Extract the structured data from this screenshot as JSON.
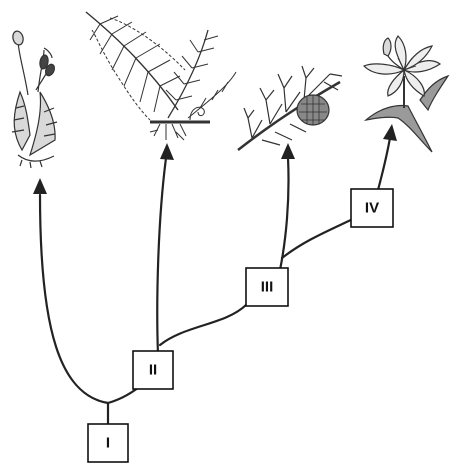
{
  "nodes": [
    {
      "id": "I",
      "label": "I"
    },
    {
      "id": "II",
      "label": "II"
    },
    {
      "id": "III",
      "label": "III"
    },
    {
      "id": "IV",
      "label": "IV"
    }
  ],
  "plants": [
    {
      "id": "moss",
      "icon": "moss-plant-icon"
    },
    {
      "id": "fern",
      "icon": "fern-frond-icon"
    },
    {
      "id": "conifer",
      "icon": "conifer-branch-with-cone-icon"
    },
    {
      "id": "flowering",
      "icon": "lily-flower-icon"
    }
  ],
  "colors": {
    "line": "#222222",
    "plant_fill": "#d9d9d9",
    "plant_stroke": "#333333",
    "dark_fill": "#444444"
  }
}
